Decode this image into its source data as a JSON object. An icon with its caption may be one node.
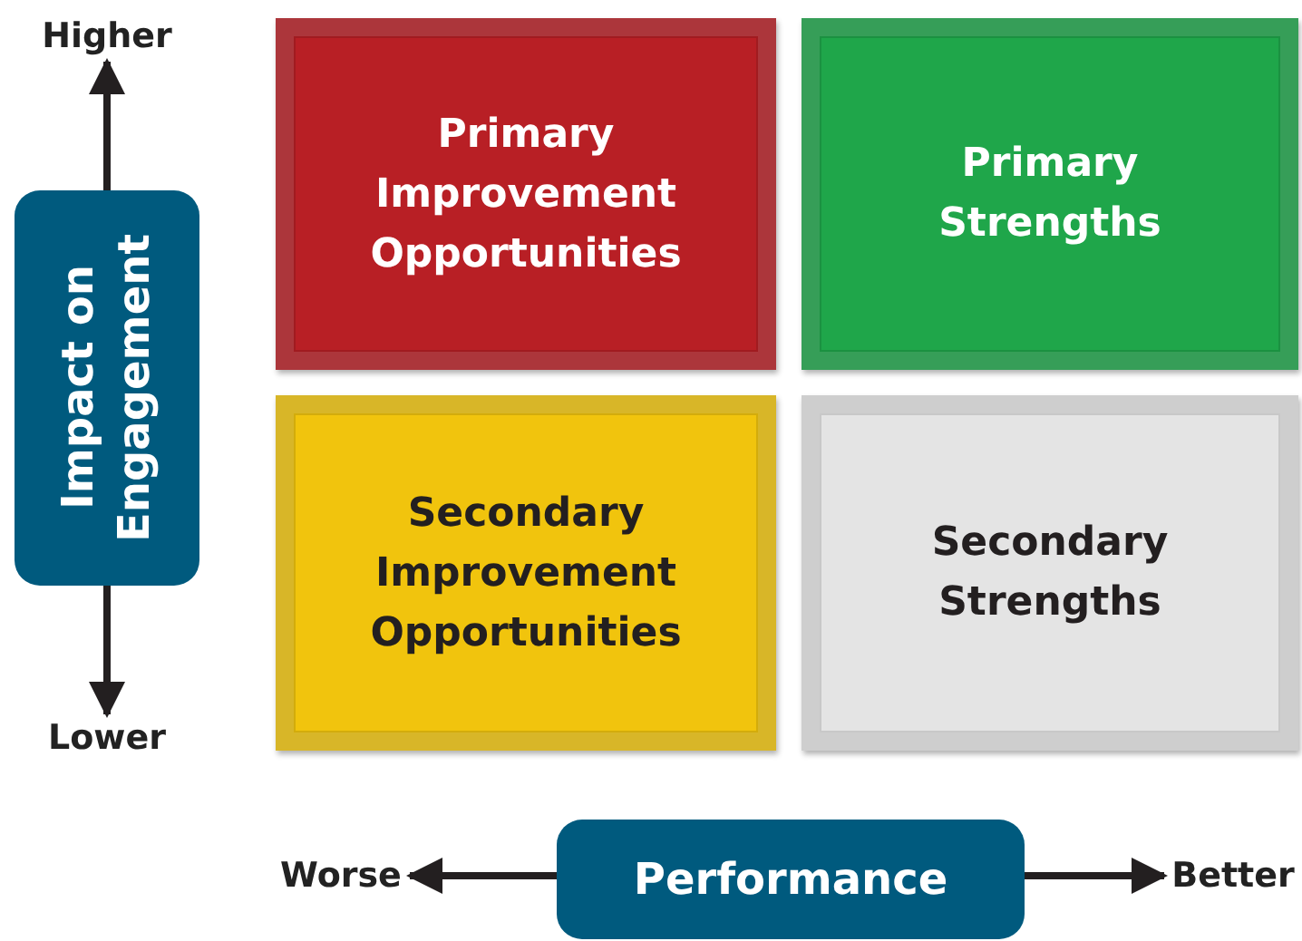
{
  "diagram": {
    "nodes": [
      {
        "text": [
          "Higher"
        ]
      },
      {
        "text": [
          "Primary Improvement Opportunities"
        ]
      },
      {
        "text": [
          "Primary Strengths"
        ]
      },
      {
        "text": [
          "Impact on Engagement"
        ]
      },
      {
        "text": [
          "Secondary Improvement Opportunities"
        ]
      },
      {
        "text": [
          "Secondary Strengths"
        ]
      },
      {
        "text": [
          "Lower"
        ]
      },
      {
        "text": [
          "Worse"
        ]
      },
      {
        "text": [
          "Performance"
        ]
      },
      {
        "text": [
          "Better"
        ]
      }
    ],
    "edges": [
      {
        "from": 3,
        "to": 0,
        "arrow": "to"
      },
      {
        "from": 3,
        "to": 6,
        "arrow": "to"
      },
      {
        "from": 8,
        "to": 7,
        "arrow": "to"
      },
      {
        "from": 8,
        "to": 9,
        "arrow": "to"
      }
    ]
  }
}
